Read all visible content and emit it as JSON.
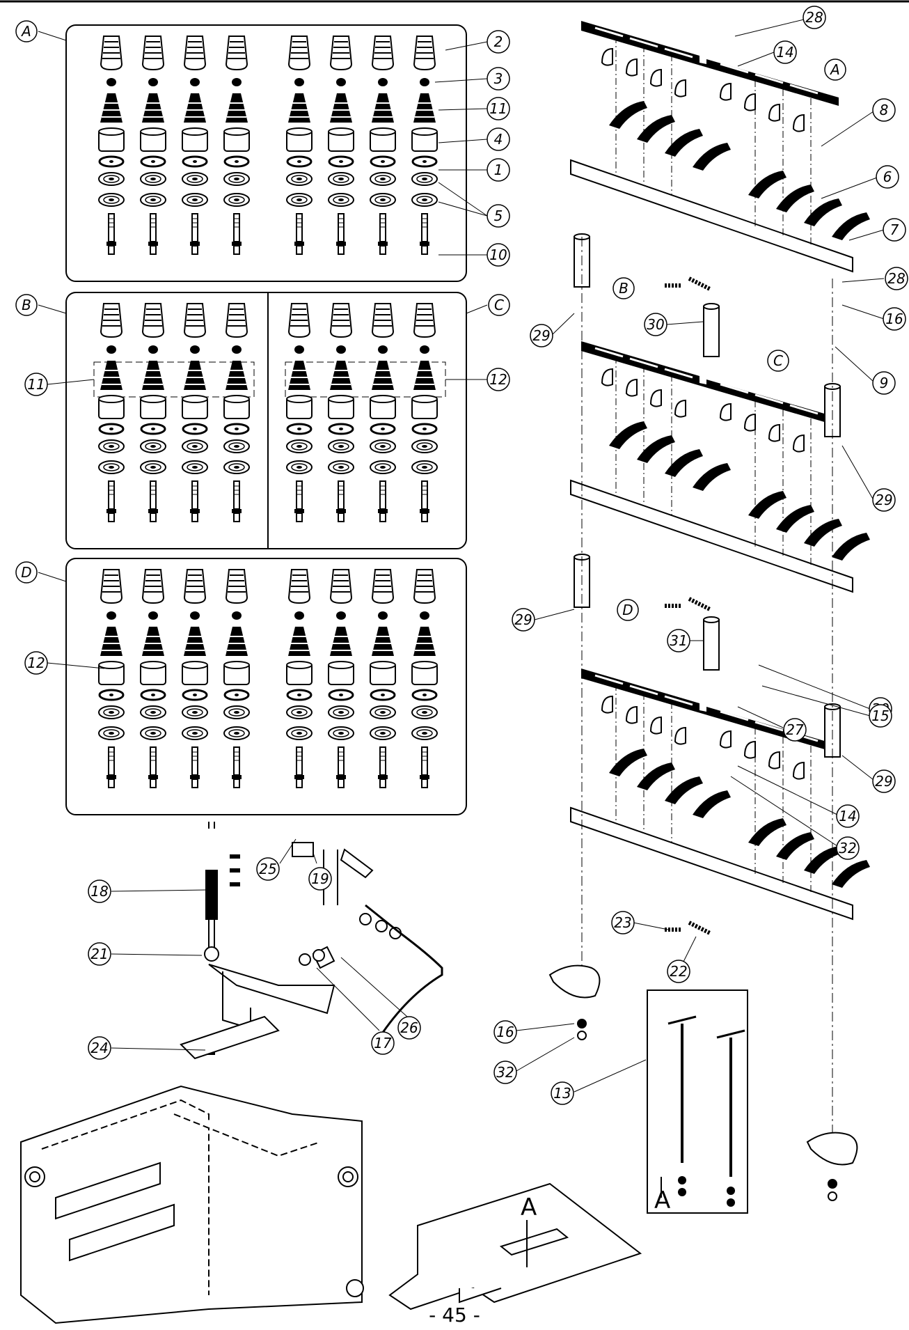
{
  "page": {
    "number": "- 45 -"
  },
  "groups": [
    {
      "id": "A",
      "label": "A"
    },
    {
      "id": "B",
      "label": "B"
    },
    {
      "id": "C",
      "label": "C"
    },
    {
      "id": "D",
      "label": "D"
    }
  ],
  "callouts": [
    "1",
    "2",
    "3",
    "4",
    "5",
    "6",
    "7",
    "8",
    "9",
    "10",
    "11",
    "12",
    "13",
    "14",
    "15",
    "16",
    "17",
    "18",
    "19",
    "20",
    "21",
    "22",
    "23",
    "24",
    "25",
    "26",
    "27",
    "28",
    "29",
    "30",
    "31",
    "32"
  ],
  "view_marks": [
    "A",
    "A"
  ]
}
